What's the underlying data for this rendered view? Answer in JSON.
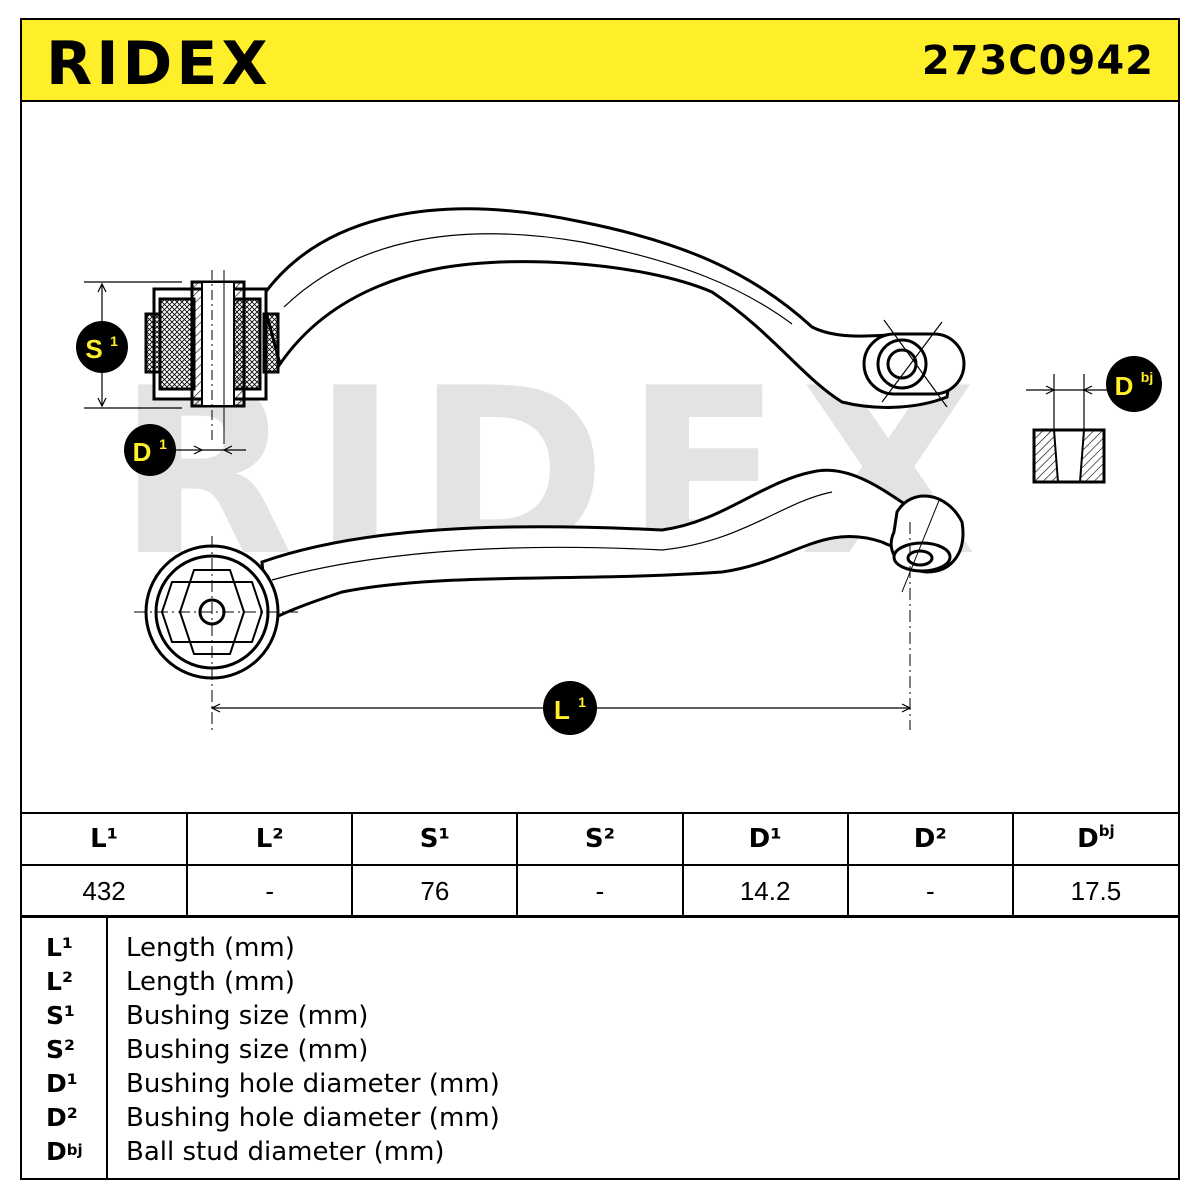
{
  "header": {
    "brand": "RIDEX",
    "part_number": "273C0942",
    "colors": {
      "banner": "#ffef2a",
      "watermark": "#e3e3e3",
      "ink": "#000000"
    }
  },
  "drawing": {
    "watermark": "RIDEX",
    "callouts": {
      "s1": {
        "letter": "S",
        "index": "1"
      },
      "d1": {
        "letter": "D",
        "index": "1"
      },
      "dbj": {
        "letter": "D",
        "index": "bj"
      },
      "l1": {
        "letter": "L",
        "index": "1"
      }
    }
  },
  "table": {
    "headers": [
      {
        "letter": "L",
        "index": "¹"
      },
      {
        "letter": "L",
        "index": "²"
      },
      {
        "letter": "S",
        "index": "¹"
      },
      {
        "letter": "S",
        "index": "²"
      },
      {
        "letter": "D",
        "index": "¹"
      },
      {
        "letter": "D",
        "index": "²"
      },
      {
        "letter": "D",
        "index": "bj"
      }
    ],
    "values": [
      "432",
      "-",
      "76",
      "-",
      "14.2",
      "-",
      "17.5"
    ]
  },
  "legend": [
    {
      "letter": "L",
      "index": "¹",
      "text": "Length (mm)"
    },
    {
      "letter": "L",
      "index": "²",
      "text": "Length (mm)"
    },
    {
      "letter": "S",
      "index": "¹",
      "text": "Bushing size (mm)"
    },
    {
      "letter": "S",
      "index": "²",
      "text": "Bushing size (mm)"
    },
    {
      "letter": "D",
      "index": "¹",
      "text": "Bushing hole diameter (mm)"
    },
    {
      "letter": "D",
      "index": "²",
      "text": "Bushing hole diameter (mm)"
    },
    {
      "letter": "D",
      "index": "bj",
      "text": "Ball stud diameter (mm)"
    }
  ]
}
